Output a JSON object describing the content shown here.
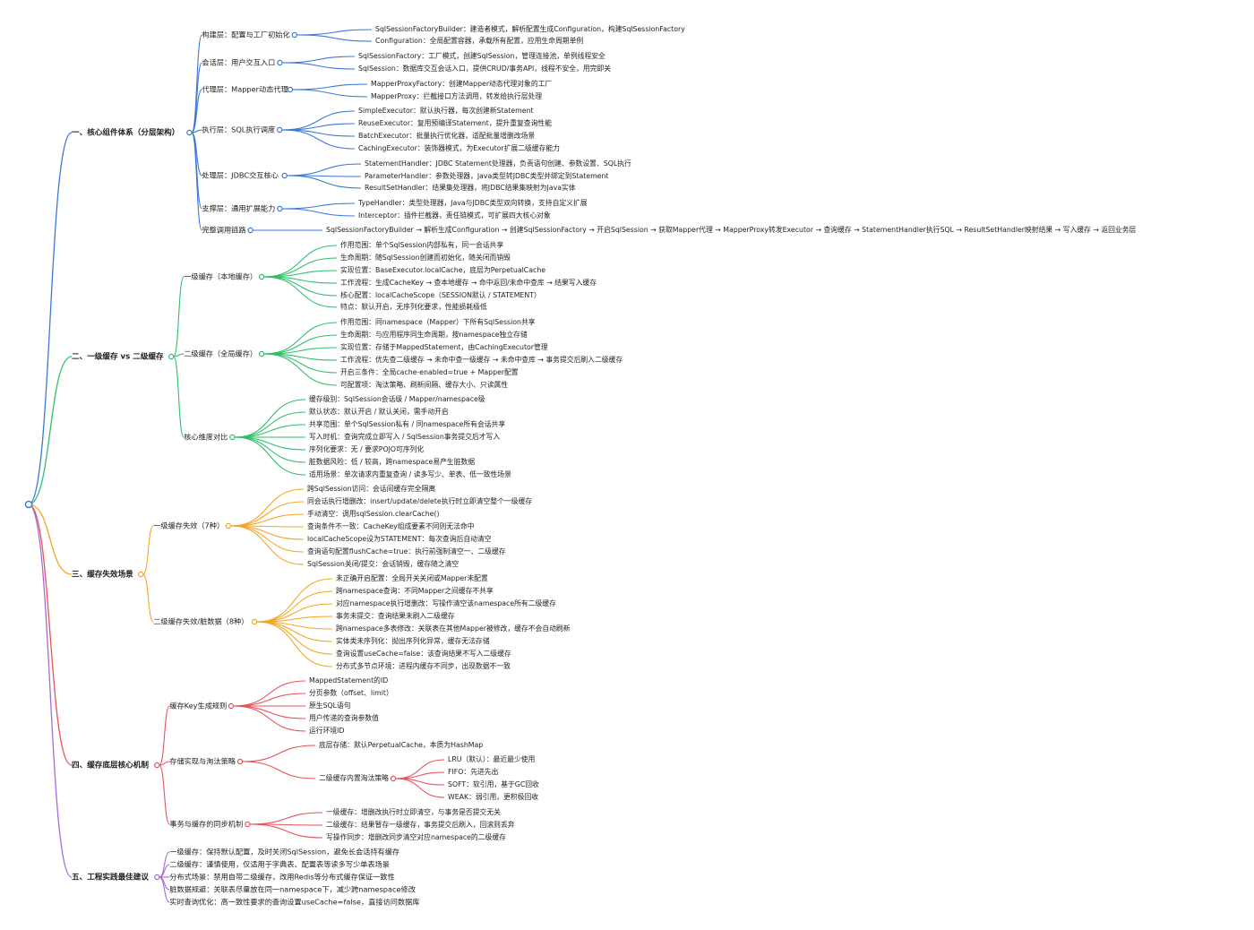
{
  "branches": [
    {
      "label": "一、核心组件体系（分层架构）",
      "color": "#3b78d8",
      "children": [
        {
          "label": "构建层：配置与工厂初始化",
          "children": [
            {
              "label": "SqlSessionFactoryBuilder：建造者模式，解析配置生成Configuration，构建SqlSessionFactory"
            },
            {
              "label": "Configuration：全局配置容器，承载所有配置，应用生命周期单例"
            }
          ]
        },
        {
          "label": "会话层：用户交互入口",
          "children": [
            {
              "label": "SqlSessionFactory：工厂模式，创建SqlSession，管理连接池，单例线程安全"
            },
            {
              "label": "SqlSession：数据库交互会话入口，提供CRUD/事务API，线程不安全，用完即关"
            }
          ]
        },
        {
          "label": "代理层：Mapper动态代理",
          "children": [
            {
              "label": "MapperProxyFactory：创建Mapper动态代理对象的工厂"
            },
            {
              "label": "MapperProxy：拦截接口方法调用，转发给执行层处理"
            }
          ]
        },
        {
          "label": "执行层：SQL执行调度",
          "children": [
            {
              "label": "SimpleExecutor：默认执行器，每次创建新Statement"
            },
            {
              "label": "ReuseExecutor：复用预编译Statement，提升重复查询性能"
            },
            {
              "label": "BatchExecutor：批量执行优化器，适配批量增删改场景"
            },
            {
              "label": "CachingExecutor：装饰器模式，为Executor扩展二级缓存能力"
            }
          ]
        },
        {
          "label": "处理层：JDBC交互核心",
          "children": [
            {
              "label": "StatementHandler：JDBC Statement处理器，负责语句创建、参数设置、SQL执行"
            },
            {
              "label": "ParameterHandler：参数处理器，Java类型转JDBC类型并绑定到Statement"
            },
            {
              "label": "ResultSetHandler：结果集处理器，将JDBC结果集映射为Java实体"
            }
          ]
        },
        {
          "label": "支撑层：通用扩展能力",
          "children": [
            {
              "label": "TypeHandler：类型处理器，Java与JDBC类型双向转换，支持自定义扩展"
            },
            {
              "label": "Interceptor：插件拦截器，责任链模式，可扩展四大核心对象"
            }
          ]
        },
        {
          "label": "完整调用链路",
          "children": [
            {
              "label": "SqlSessionFactoryBuilder → 解析生成Configuration → 创建SqlSessionFactory → 开启SqlSession → 获取Mapper代理 → MapperProxy转发Executor → 查询缓存 → StatementHandler执行SQL → ResultSetHandler映射结果 → 写入缓存 → 返回业务层"
            }
          ]
        }
      ]
    },
    {
      "label": "二、一级缓存 vs 二级缓存",
      "color": "#2fbf6a",
      "children": [
        {
          "label": "一级缓存（本地缓存）",
          "children": [
            {
              "label": "作用范围：单个SqlSession内部私有，同一会话共享"
            },
            {
              "label": "生命周期：随SqlSession创建而初始化，随关闭而销毁"
            },
            {
              "label": "实现位置：BaseExecutor.localCache，底层为PerpetualCache"
            },
            {
              "label": "工作流程：生成CacheKey → 查本地缓存 → 命中返回/未命中查库 → 结果写入缓存"
            },
            {
              "label": "核心配置：localCacheScope（SESSION默认 / STATEMENT）"
            },
            {
              "label": "特点：默认开启，无序列化要求，性能损耗极低"
            }
          ]
        },
        {
          "label": "二级缓存（全局缓存）",
          "children": [
            {
              "label": "作用范围：同namespace（Mapper）下所有SqlSession共享"
            },
            {
              "label": "生命周期：与应用程序同生命周期，按namespace独立存储"
            },
            {
              "label": "实现位置：存储于MappedStatement，由CachingExecutor管理"
            },
            {
              "label": "工作流程：优先查二级缓存 → 未命中查一级缓存 → 未命中查库 → 事务提交后刷入二级缓存"
            },
            {
              "label": "开启三条件：全局cache-enabled=true + Mapper配置"
            },
            {
              "label": "可配置项：淘汰策略、刷新间隔、缓存大小、只读属性"
            }
          ]
        },
        {
          "label": "核心维度对比",
          "children": [
            {
              "label": "缓存级别：SqlSession会话级 / Mapper/namespace级"
            },
            {
              "label": "默认状态：默认开启 / 默认关闭，需手动开启"
            },
            {
              "label": "共享范围：单个SqlSession私有 / 同namespace所有会话共享"
            },
            {
              "label": "写入时机：查询完成立即写入 / SqlSession事务提交后才写入"
            },
            {
              "label": "序列化要求：无 / 要求POJO可序列化"
            },
            {
              "label": "脏数据风险：低 / 较高，跨namespace易产生脏数据"
            },
            {
              "label": "适用场景：单次请求内重复查询 / 读多写少、单表、低一致性场景"
            }
          ]
        }
      ]
    },
    {
      "label": "三、缓存失效场景",
      "color": "#f5a623",
      "children": [
        {
          "label": "一级缓存失效（7种）",
          "children": [
            {
              "label": "跨SqlSession访问：会话间缓存完全隔离"
            },
            {
              "label": "同会话执行增删改：insert/update/delete执行时立即清空整个一级缓存"
            },
            {
              "label": "手动清空：调用sqlSession.clearCache()"
            },
            {
              "label": "查询条件不一致：CacheKey组成要素不同则无法命中"
            },
            {
              "label": "localCacheScope设为STATEMENT：每次查询后自动清空"
            },
            {
              "label": "查询语句配置flushCache=true：执行前强制清空一、二级缓存"
            },
            {
              "label": "SqlSession关闭/提交：会话销毁，缓存随之清空"
            }
          ]
        },
        {
          "label": "二级缓存失效/脏数据（8种）",
          "children": [
            {
              "label": "未正确开启配置：全局开关关闭或Mapper未配置"
            },
            {
              "label": "跨namespace查询：不同Mapper之间缓存不共享"
            },
            {
              "label": "对应namespace执行增删改：写操作清空该namespace所有二级缓存"
            },
            {
              "label": "事务未提交：查询结果未刷入二级缓存"
            },
            {
              "label": "跨namespace多表修改：关联表在其他Mapper被修改，缓存不会自动刷新"
            },
            {
              "label": "实体类未序列化：抛出序列化异常，缓存无法存储"
            },
            {
              "label": "查询设置useCache=false：该查询结果不写入二级缓存"
            },
            {
              "label": "分布式多节点环境：进程内缓存不同步，出现数据不一致"
            }
          ]
        }
      ]
    },
    {
      "label": "四、缓存底层核心机制",
      "color": "#e8525a",
      "children": [
        {
          "label": "缓存Key生成规则",
          "children": [
            {
              "label": "MappedStatement的ID"
            },
            {
              "label": "分页参数（offset、limit）"
            },
            {
              "label": "原生SQL语句"
            },
            {
              "label": "用户传递的查询参数值"
            },
            {
              "label": "运行环境ID"
            }
          ]
        },
        {
          "label": "存储实现与淘汰策略",
          "children": [
            {
              "label": "底层存储：默认PerpetualCache，本质为HashMap"
            },
            {
              "label": "二级缓存内置淘汰策略",
              "children": [
                {
                  "label": "LRU（默认）：最近最少使用"
                },
                {
                  "label": "FIFO：先进先出"
                },
                {
                  "label": "SOFT：软引用，基于GC回收"
                },
                {
                  "label": "WEAK：弱引用，更积极回收"
                }
              ]
            }
          ]
        },
        {
          "label": "事务与缓存的同步机制",
          "children": [
            {
              "label": "一级缓存：增删改执行时立即清空，与事务是否提交无关"
            },
            {
              "label": "二级缓存：结果暂存一级缓存，事务提交后刷入，回滚则丢弃"
            },
            {
              "label": "写操作同步：增删改同步清空对应namespace的二级缓存"
            }
          ]
        }
      ]
    },
    {
      "label": "五、工程实践最佳建议",
      "color": "#a36bd6",
      "children": [
        {
          "label": "一级缓存：保持默认配置，及时关闭SqlSession，避免长会话持有缓存"
        },
        {
          "label": "二级缓存：谨慎使用，仅适用于字典表、配置表等读多写少单表场景"
        },
        {
          "label": "分布式场景：禁用自带二级缓存，改用Redis等分布式缓存保证一致性"
        },
        {
          "label": "脏数据规避：关联表尽量放在同一namespace下，减少跨namespace修改"
        },
        {
          "label": "实时查询优化：高一致性要求的查询设置useCache=false，直接访问数据库"
        }
      ]
    }
  ]
}
